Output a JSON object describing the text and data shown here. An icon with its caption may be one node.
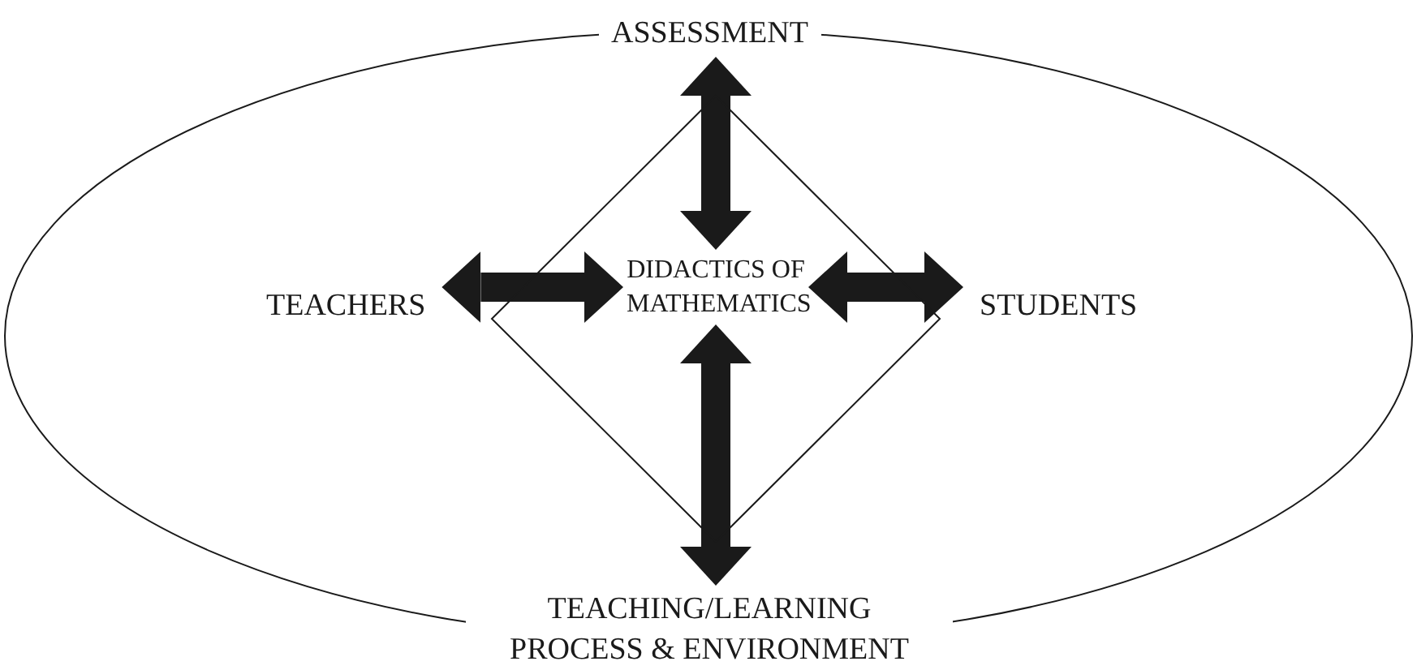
{
  "diagram": {
    "nodes": [
      {
        "text": [],
        "shape": "ellipse"
      },
      {
        "text": [
          "ASSESSMENT"
        ]
      },
      {
        "text": [
          "TEACHERS"
        ],
        "in": 0
      },
      {
        "text": [
          "DIDACTICS OF MATHEMATICS"
        ],
        "in": 0
      },
      {
        "text": [
          "STUDENTS"
        ],
        "in": 0
      },
      {
        "text": [
          "TEACHING/LEARNING PROCESS & ENVIRONMENT"
        ]
      }
    ],
    "edges": [
      {
        "from": 3,
        "to": 1,
        "arrow": "both"
      },
      {
        "from": 3,
        "to": 2,
        "arrow": "both"
      },
      {
        "from": 3,
        "to": 4,
        "arrow": "both"
      },
      {
        "from": 3,
        "to": 5,
        "arrow": "both"
      }
    ]
  }
}
